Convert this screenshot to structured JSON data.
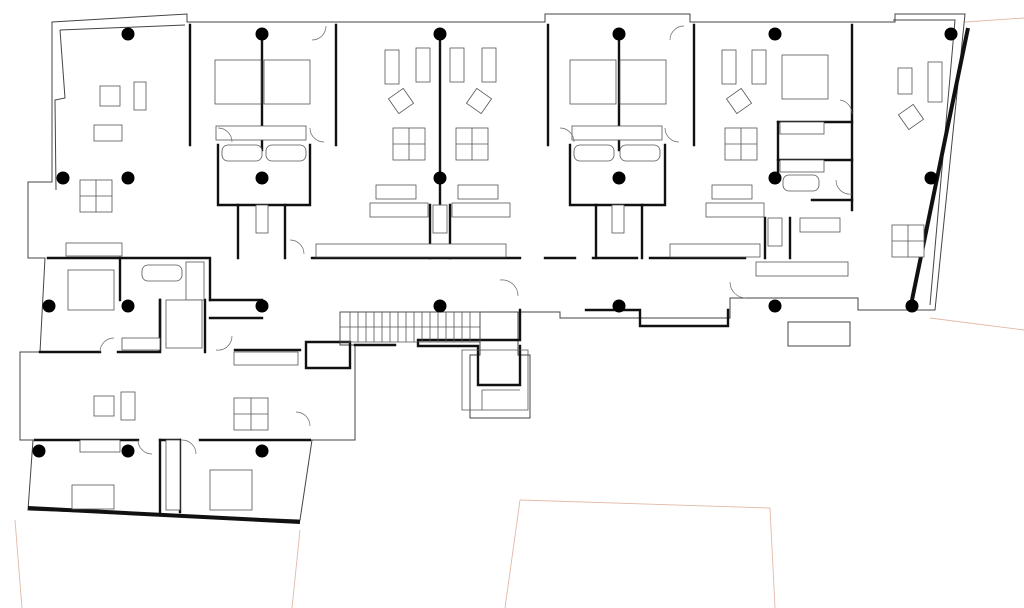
{
  "drawing": {
    "kind": "architectural floor plan",
    "colors": {
      "wall": "#111111",
      "line": "#555555",
      "site_boundary": "#e2b9a8",
      "column": "#000000",
      "background": "#ffffff"
    },
    "column_grid": {
      "rows": [
        {
          "name": "grid-row-a",
          "columns": [
            128,
            262,
            440,
            619,
            775,
            951
          ]
        },
        {
          "name": "grid-row-b",
          "columns": [
            63,
            128,
            262,
            440,
            619,
            775,
            931
          ]
        },
        {
          "name": "grid-row-c",
          "columns": [
            49,
            128,
            262,
            440,
            619,
            775,
            912
          ]
        },
        {
          "name": "grid-row-d",
          "columns": [
            39,
            128,
            262
          ]
        }
      ]
    }
  }
}
